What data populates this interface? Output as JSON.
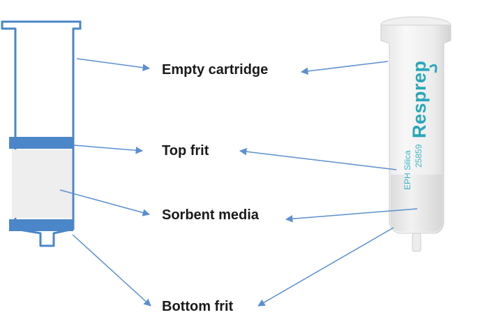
{
  "labels": {
    "empty_cartridge": "Empty cartridge",
    "top_frit": "Top frit",
    "sorbent_media": "Sorbent media",
    "bottom_frit": "Bottom frit"
  },
  "photo": {
    "brand": "Resprep",
    "product_name": "EPH Silica",
    "catalog_number": "25859"
  },
  "colors": {
    "schematic_outline": "#4a86c8",
    "frit": "#4a86c8",
    "sorbent": "#eeeeee",
    "arrow": "#5b8fd0",
    "brand_text": "#2aa7b9"
  }
}
